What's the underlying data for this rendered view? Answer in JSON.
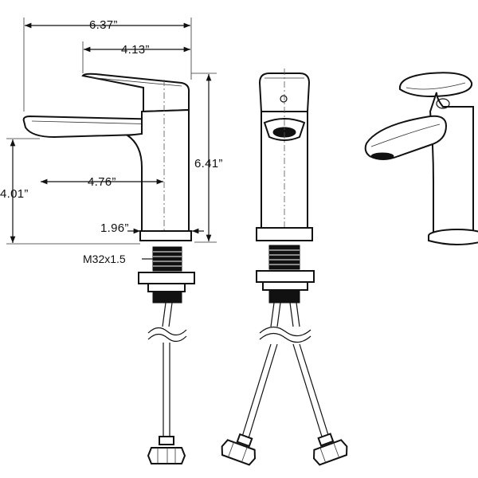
{
  "dimensions": {
    "overall_width": "6.37”",
    "top_width": "4.13”",
    "height": "6.41”",
    "spout_height": "4.01”",
    "spout_reach": "4.76”",
    "base_diameter": "1.96”"
  },
  "thread_label": "M32x1.5",
  "colors": {
    "line": "#111111",
    "background": "#ffffff"
  }
}
